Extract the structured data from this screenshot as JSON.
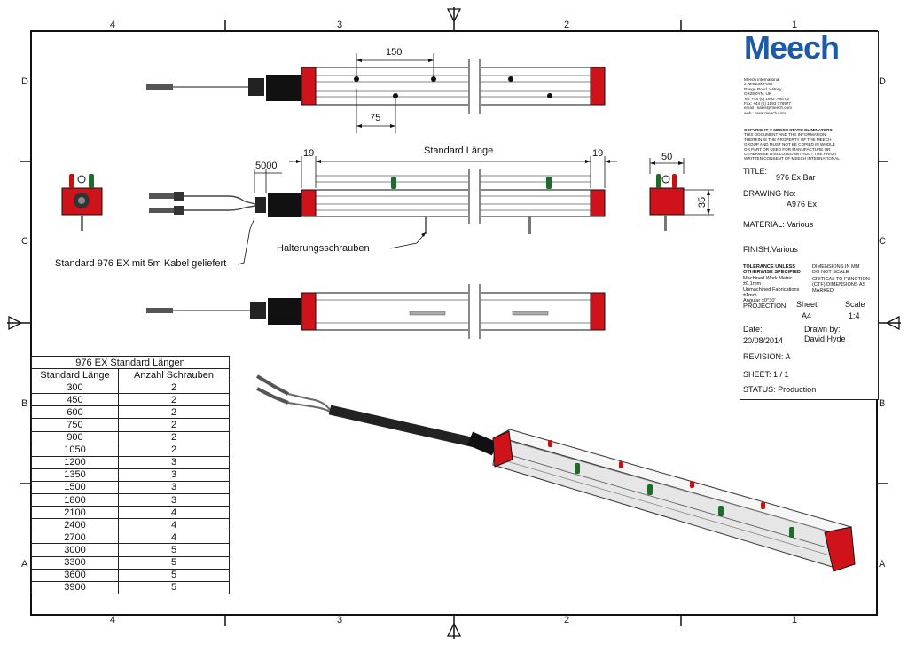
{
  "zones": {
    "columns": [
      "4",
      "3",
      "2",
      "1"
    ],
    "rows": [
      "D",
      "C",
      "B",
      "A"
    ]
  },
  "dimensions": {
    "d150": "150",
    "d75": "75",
    "d5000": "5000",
    "d19_left": "19",
    "d19_right": "19",
    "standard_length": "Standard Länge",
    "d50": "50",
    "d35": "35"
  },
  "notes": {
    "halterung": "Halterungsschrauben",
    "standard_cable": "Standard 976 EX mit 5m Kabel geliefert"
  },
  "table": {
    "caption": "976 EX Standard Längen",
    "headers": [
      "Standard Länge",
      "Anzahl Schrauben"
    ],
    "rows": [
      [
        "300",
        "2"
      ],
      [
        "450",
        "2"
      ],
      [
        "600",
        "2"
      ],
      [
        "750",
        "2"
      ],
      [
        "900",
        "2"
      ],
      [
        "1050",
        "2"
      ],
      [
        "1200",
        "3"
      ],
      [
        "1350",
        "3"
      ],
      [
        "1500",
        "3"
      ],
      [
        "1800",
        "3"
      ],
      [
        "2100",
        "4"
      ],
      [
        "2400",
        "4"
      ],
      [
        "2700",
        "4"
      ],
      [
        "3000",
        "5"
      ],
      [
        "3300",
        "5"
      ],
      [
        "3600",
        "5"
      ],
      [
        "3900",
        "5"
      ]
    ]
  },
  "titleblock": {
    "logo": "Meech",
    "logo_sub": "MEECH",
    "address": [
      "Meech International",
      "2 Network Point",
      "Range Road, Witney",
      "OX29 0YN, UK",
      "Tel: +44 (0) 1993 706700",
      "Fax: +44 (0) 1993 776977",
      "email : sales@meech.com",
      "web : www.meech.com"
    ],
    "copyright": [
      "COPYRIGHT © MEECH STATIC ELIMINATORS",
      "THIS DOCUMENT AND THE INFORMATION",
      "THEREIN IS THE PROPERTY OF THE MEECH",
      "GROUP AND MUST NOT BE COPIED IN WHOLE",
      "OR PART OR USED FOR MANUFACTURE OR",
      "OTHERWISE DISCLOSED WITHOUT THE PRIOR",
      "WRITTEN CONSENT OF MEECH INTERNATIONAL"
    ],
    "title_label": "TITLE:",
    "title_value": "976 Ex Bar",
    "drawing_label": "DRAWING No:",
    "drawing_value": "A976 Ex",
    "material": "MATERIAL:  Various",
    "finish": "FINISH:Various",
    "tolerance": [
      "TOLERANCE UNLESS",
      "OTHERWISE SPECIFIED",
      "Machined Work Metric ±0.1mm",
      "Unmachined Fabrications ±1mm",
      "Angular ±0°30'"
    ],
    "dims_note": [
      "DIMENSIONS IN MM",
      "DO NOT SCALE"
    ],
    "ctf_note": [
      "CRITICAL TO FUNCTION",
      "(CTF) DIMENSIONS AS",
      "MARKED"
    ],
    "projection_label": "PROJECTION",
    "sheet_label": "Sheet",
    "sheet_value": "A4",
    "scale_label": "Scale",
    "scale_value": "1:4",
    "date_label": "Date:",
    "date_value": "20/08/2014",
    "drawn_label": "Drawn by:",
    "drawn_value": "David.Hyde",
    "revision": "REVISION:  A",
    "sheet_count": "SHEET:  1 / 1",
    "status": "STATUS: Production"
  },
  "colors": {
    "brand_blue": "#1d5aa8",
    "brand_green": "#1a9b3c",
    "cap_red": "#d0131b",
    "pin_green": "#1e6b2b",
    "pin_red": "#c01414"
  }
}
